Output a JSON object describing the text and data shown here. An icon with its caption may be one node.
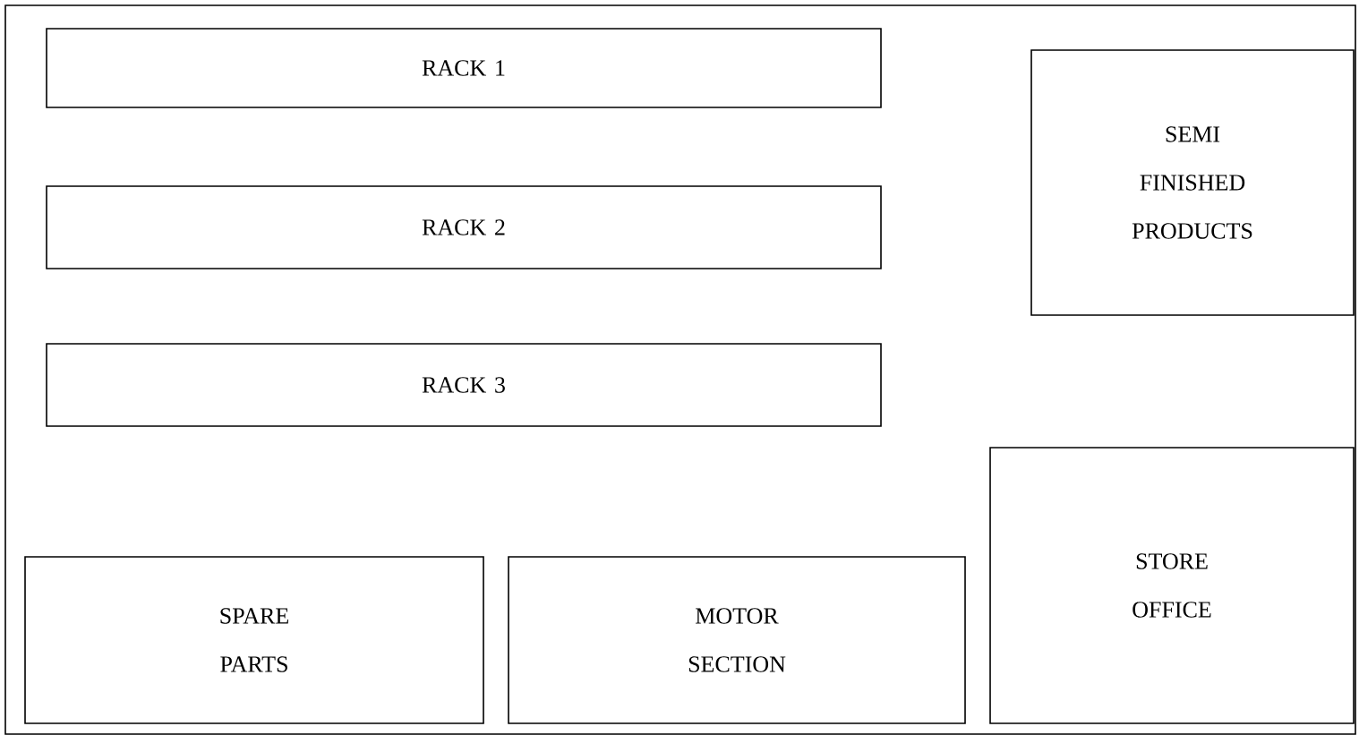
{
  "diagram": {
    "nodes": [
      {
        "text": [
          "RACK 1"
        ]
      },
      {
        "text": [
          "RACK 2"
        ]
      },
      {
        "text": [
          "RACK 3"
        ]
      },
      {
        "text": [
          "SEMI FINISHED PRODUCTS"
        ]
      },
      {
        "text": [
          "STORE OFFICE"
        ]
      },
      {
        "text": [
          "SPARE PARTS"
        ]
      },
      {
        "text": [
          "MOTOR SECTION"
        ]
      }
    ]
  }
}
